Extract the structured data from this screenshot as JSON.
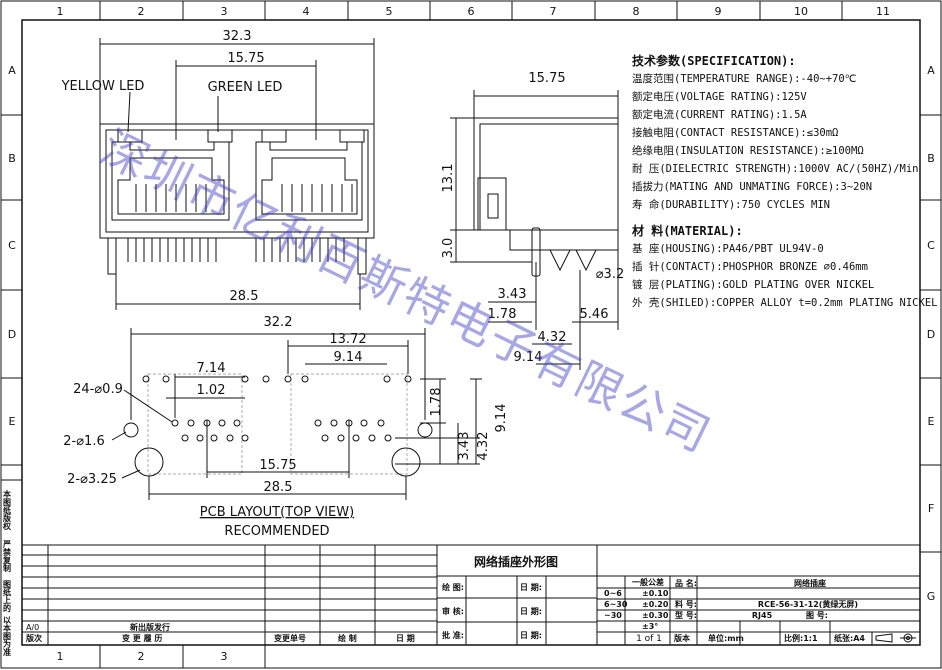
{
  "grid": {
    "top_numbers": [
      "1",
      "2",
      "3",
      "4",
      "5",
      "6",
      "7",
      "8",
      "9",
      "10",
      "11"
    ],
    "bottom_numbers": [
      "1",
      "2",
      "3"
    ],
    "side_letters": [
      "A",
      "B",
      "C",
      "D",
      "E",
      "F",
      "G"
    ]
  },
  "front_view": {
    "dim_overall": "32.3",
    "dim_center": "15.75",
    "yellow_led": "YELLOW LED",
    "green_led": "GREEN LED",
    "dim_width": "28.5"
  },
  "side_view": {
    "dim_width": "15.75",
    "dim_height": "13.1",
    "dim_base": "3.0",
    "dim_pin_dia": "⌀3.2",
    "dim_343": "3.43",
    "dim_178": "1.78",
    "dim_432": "4.32",
    "dim_546": "5.46",
    "dim_914": "9.14"
  },
  "pcb_layout": {
    "dim_322": "32.2",
    "dim_1372": "13.72",
    "dim_914": "9.14",
    "dim_714": "7.14",
    "dim_102": "1.02",
    "hole_small": "24-⌀0.9",
    "hole_mid": "2-⌀1.6",
    "hole_large": "2-⌀3.25",
    "dim_1575": "15.75",
    "dim_285": "28.5",
    "dim_178": "1.78",
    "dim_343": "3.43",
    "dim_432": "4.32",
    "dim_914_v": "9.14",
    "caption": "PCB LAYOUT(TOP VIEW)",
    "caption2": "RECOMMENDED"
  },
  "spec": {
    "heading": "技术参数(SPECIFICATION):",
    "rows": [
      "温度范围(TEMPERATURE RANGE):-40~+70℃",
      "额定电压(VOLTAGE RATING):125V",
      "额定电流(CURRENT RATING):1.5A",
      "接触电阻(CONTACT RESISTANCE):≤30mΩ",
      "绝缘电阻(INSULATION RESISTANCE):≥100MΩ",
      "耐 压(DIELECTRIC STRENGTH):1000V AC/(50HZ)/Min",
      "插拔力(MATING AND UNMATING FORCE):3~20N",
      "寿 命(DURABILITY):750 CYCLES MIN"
    ],
    "material_heading": "材 料(MATERIAL):",
    "material_rows": [
      "基 座(HOUSING):PA46/PBT UL94V-0",
      "插 针(CONTACT):PHOSPHOR BRONZE ⌀0.46mm",
      "镀 层(PLATING):GOLD PLATING OVER NICKEL",
      "外 壳(SHILED):COPPER ALLOY t=0.2mm PLATING NICKEL"
    ]
  },
  "watermark": "深圳市亿利百斯特电子有限公司",
  "title_block": {
    "drawing_title": "网络插座外形图",
    "general_tol": "一般公差",
    "tol_rows": [
      [
        "0~6",
        "±0.10"
      ],
      [
        "6~30",
        "±0.20"
      ],
      [
        "~30",
        "±0.30"
      ],
      [
        "",
        "±3°"
      ]
    ],
    "name_label": "品 名:",
    "name_value": "网络插座",
    "part_label": "料 号:",
    "part_value": "RCE-56-31-12(黄绿无屏)",
    "type_label": "型 号:",
    "type_value": "RJ45",
    "model_label": "图 号:",
    "draw_label": "绘 图:",
    "review_label": "审 核:",
    "approve_label": "批 准:",
    "date_label": "日 期:",
    "sheet_value": "1 of 1",
    "ver_label": "版本",
    "unit_label": "单位:mm",
    "scale_label": "比例:1:1",
    "size_label": "纸张:A4",
    "rev_code": "A/0",
    "rev_text": "新出版发行",
    "rev_col_ver": "版次",
    "rev_col_hist": "变 更 履 历",
    "rev_col_no": "变更单号",
    "rev_col_draw": "绘 制",
    "rev_col_date": "日 期",
    "left_strip_1": "本图纸版权",
    "left_strip_2": "严禁复制",
    "left_strip_3": "图纸上的",
    "left_strip_4": "以本图为准"
  }
}
